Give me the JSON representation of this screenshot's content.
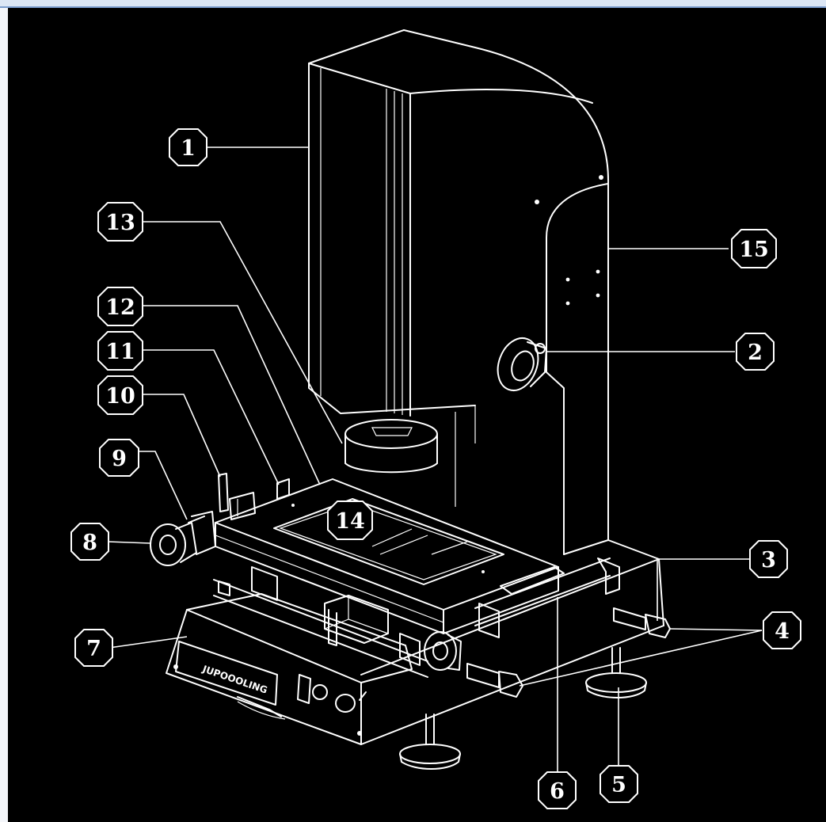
{
  "callouts": [
    {
      "id": "1",
      "label": "1"
    },
    {
      "id": "2",
      "label": "2"
    },
    {
      "id": "3",
      "label": "3"
    },
    {
      "id": "4",
      "label": "4"
    },
    {
      "id": "5",
      "label": "5"
    },
    {
      "id": "6",
      "label": "6"
    },
    {
      "id": "7",
      "label": "7"
    },
    {
      "id": "8",
      "label": "8"
    },
    {
      "id": "9",
      "label": "9"
    },
    {
      "id": "10",
      "label": "10"
    },
    {
      "id": "11",
      "label": "11"
    },
    {
      "id": "12",
      "label": "12"
    },
    {
      "id": "13",
      "label": "13"
    },
    {
      "id": "14",
      "label": "14"
    },
    {
      "id": "15",
      "label": "15"
    }
  ],
  "colors": {
    "background": "#000000",
    "linework": "#ffffff",
    "window_frame": "#7a9ccc"
  }
}
